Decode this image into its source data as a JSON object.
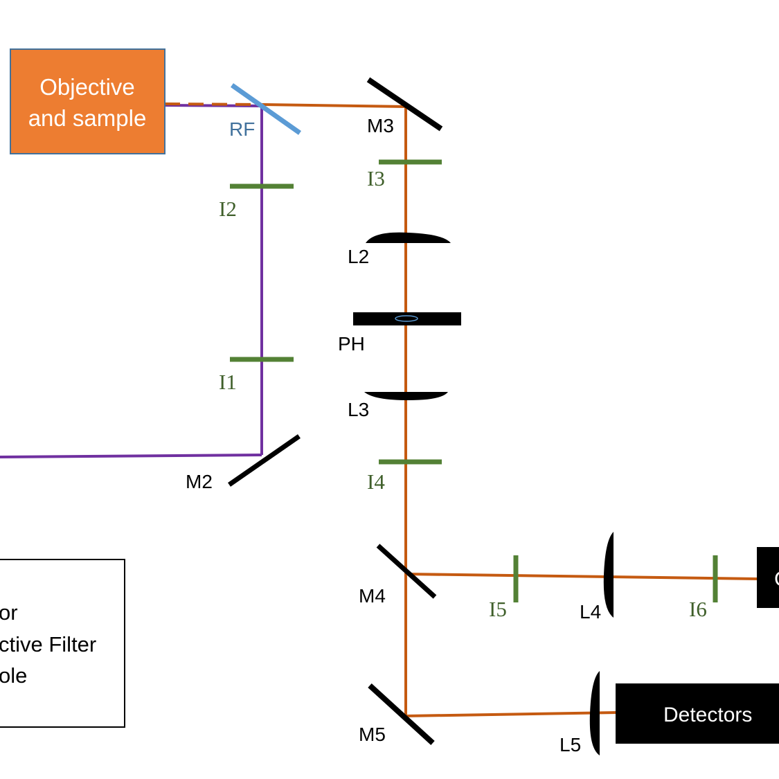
{
  "colors": {
    "emission_beam": "#C55A11",
    "excitation_beam": "#7030A0",
    "iris": "#538135",
    "iris_label": "#3F5F2A",
    "reflective_filter": "#5B9BD5",
    "objective_box": "#ED7D31",
    "objective_border": "#41719C",
    "optics": "#000000"
  },
  "objective": {
    "line1": "Objective",
    "line2": "and sample"
  },
  "reflective_filter": {
    "label": "RF"
  },
  "mirrors": [
    {
      "id": "M2",
      "label": "M2"
    },
    {
      "id": "M3",
      "label": "M3"
    },
    {
      "id": "M4",
      "label": "M4"
    },
    {
      "id": "M5",
      "label": "M5"
    }
  ],
  "irises": [
    {
      "id": "I1",
      "label": "I1"
    },
    {
      "id": "I2",
      "label": "I2"
    },
    {
      "id": "I3",
      "label": "I3"
    },
    {
      "id": "I4",
      "label": "I4"
    },
    {
      "id": "I5",
      "label": "I5"
    },
    {
      "id": "I6",
      "label": "I6"
    }
  ],
  "lenses": [
    {
      "id": "L2",
      "label": "L2"
    },
    {
      "id": "L3",
      "label": "L3"
    },
    {
      "id": "L4",
      "label": "L4"
    },
    {
      "id": "L5",
      "label": "L5"
    }
  ],
  "pinhole": {
    "label": "PH"
  },
  "detectors": {
    "label": "Detectors"
  },
  "camera_box": {
    "label_partial": "C"
  },
  "legend": {
    "lines": [
      "or",
      "ctive Filter",
      "ole"
    ]
  }
}
